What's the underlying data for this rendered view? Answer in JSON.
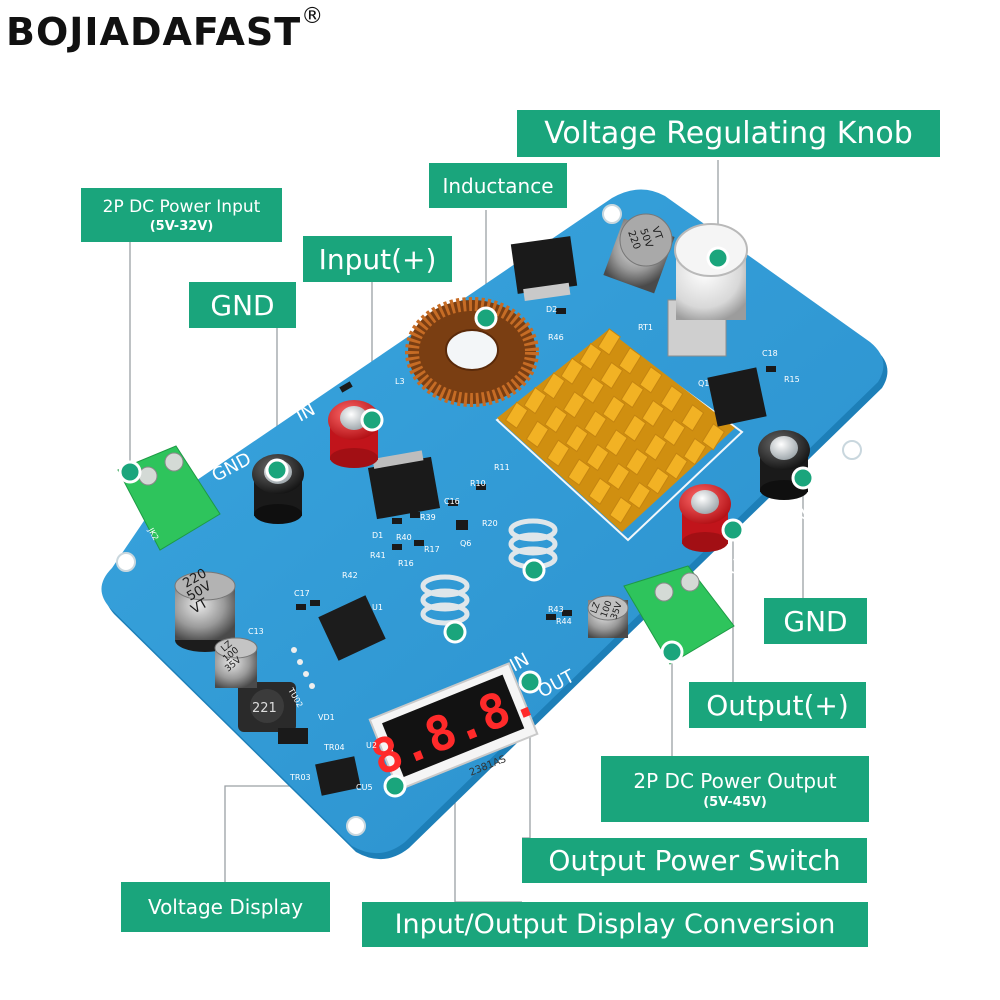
{
  "brand": {
    "name": "BOJIADAFAST",
    "mark": "®"
  },
  "colors": {
    "label_bg": "#1aa57c",
    "pcb": "#2f9bd6",
    "pcb_edge": "#1d7fb8",
    "heatsink": "#f2b224",
    "terminal": "#2ec45c",
    "marker": "#1aa57c"
  },
  "labels": {
    "voltage_knob": "Voltage Regulating Knob",
    "inductance": "Inductance",
    "dc_input": "2P DC Power Input",
    "dc_input_range": "(5V-32V)",
    "input_plus": "Input(+)",
    "gnd_left": "GND",
    "gnd_right": "GND",
    "output_plus": "Output(+)",
    "dc_output": "2P DC Power Output",
    "dc_output_range": "(5V-45V)",
    "output_switch": "Output Power Switch",
    "voltage_display": "Voltage Display",
    "io_conversion": "Input/Output Display Conversion"
  },
  "board": {
    "silk_in": "IN",
    "silk_gnd_left": "GND",
    "silk_out": "OUT",
    "silk_gnd_right": "GND",
    "silk_in2": "IN",
    "silk_out2": "OUT",
    "cap_big_left": [
      "220",
      "50V",
      "VT"
    ],
    "cap_big_top": [
      "220",
      "50V",
      "VT"
    ],
    "cap_small_left": [
      "LZ",
      "100",
      "35V"
    ],
    "cap_small_right": [
      "LZ",
      "100",
      "35V"
    ],
    "inductor_small": "221",
    "display_digits": "8.8.8.",
    "display_model": "2381AS",
    "ref_l3": "L3",
    "ref_d1": "D1",
    "ref_d2": "D2",
    "ref_q1": "Q1",
    "ref_q6": "Q6",
    "ref_u1": "U1",
    "ref_u2": "U2",
    "ref_vd1": "VD1",
    "ref_c13": "C13",
    "ref_c17": "C17",
    "ref_jk2": "JK2",
    "ref_r42": "R42",
    "ref_r41": "R41",
    "ref_r40": "R40",
    "ref_r39": "R39",
    "ref_c16": "C16",
    "ref_r10": "R10",
    "ref_r11": "R11",
    "ref_r20": "R20",
    "ref_r16": "R16",
    "ref_r17": "R17",
    "ref_r15": "R15",
    "ref_c18": "C18",
    "ref_rt1": "RT1",
    "ref_r46": "R46",
    "ref_r43": "R43",
    "ref_r44": "R44",
    "ref_tr03": "TR03",
    "ref_tr04": "TR04",
    "ref_cu5": "CU5",
    "ref_tu02": "TU02"
  }
}
